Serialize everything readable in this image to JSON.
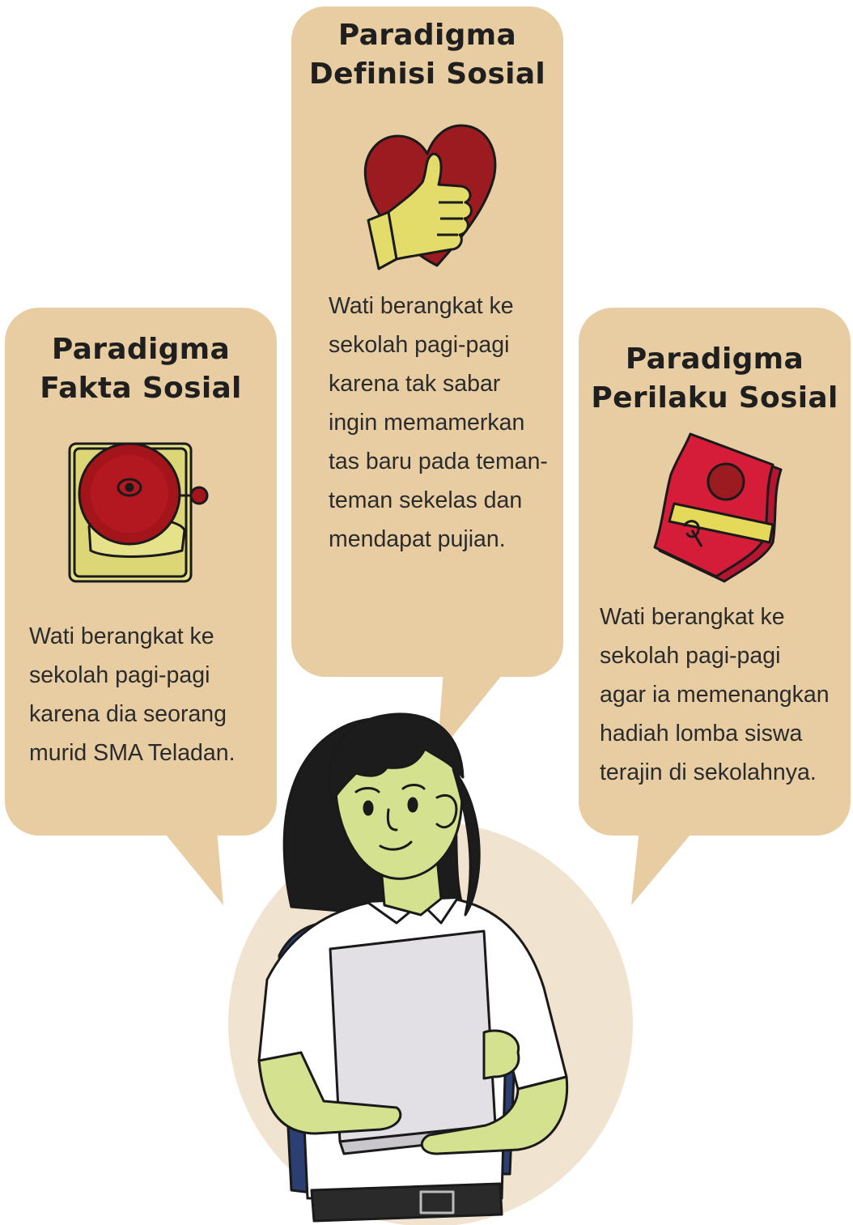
{
  "colors": {
    "bubble": "#e8cda3",
    "circle": "#f0e4d0",
    "heart": "#9c1b20",
    "hand": "#e3dc6a",
    "bell": "#a4141b",
    "bell_base": "#e6e28a",
    "money": "#d51c38",
    "band": "#e5d95a",
    "skin": "#d4e28f",
    "hair": "#1c1c1c",
    "backpack": "#2c3f73"
  },
  "bubbles": [
    {
      "id": "fakta",
      "title_lines": [
        "Paradigma",
        "Fakta Sosial"
      ],
      "icon": "school-bell-icon",
      "text_lines": [
        "Wati berangkat ke",
        "sekolah pagi-pagi",
        "karena dia seorang",
        "murid SMA Teladan."
      ]
    },
    {
      "id": "definisi",
      "title_lines": [
        "Paradigma",
        "Definisi Sosial"
      ],
      "icon": "heart-thumbs-up-icon",
      "text_lines": [
        "Wati berangkat ke",
        "sekolah pagi-pagi",
        "karena tak sabar",
        "ingin memamerkan",
        "tas baru pada teman-",
        "teman sekelas dan",
        "mendapat pujian."
      ]
    },
    {
      "id": "perilaku",
      "title_lines": [
        "Paradigma",
        "Perilaku Sosial"
      ],
      "icon": "money-stack-icon",
      "text_lines": [
        "Wati berangkat ke",
        "sekolah pagi-pagi",
        "agar ia memenangkan",
        "hadiah lomba siswa",
        "terajin di sekolahnya."
      ]
    }
  ],
  "character": {
    "icon": "student-girl-illustration"
  }
}
